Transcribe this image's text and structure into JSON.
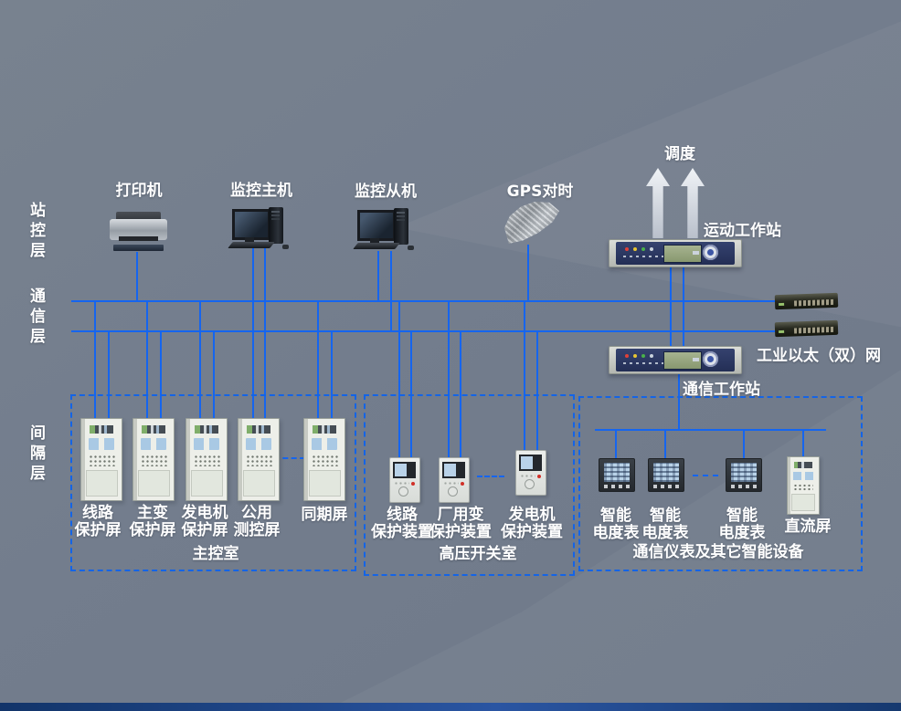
{
  "colors": {
    "background": "#747e8e",
    "bus_blue": "#1565ef",
    "dashed_blue": "#1464e6",
    "label_white": "#ffffff",
    "bottom_bar_blue": "#1a3a74"
  },
  "layer_labels": [
    {
      "label": "站控层"
    },
    {
      "label": "通信层"
    },
    {
      "label": "间隔层"
    }
  ],
  "station_layer": {
    "printer_label": "打印机",
    "scada_host_label": "监控主机",
    "scada_standby_label": "监控从机",
    "gps_label": "GPS对时",
    "dispatch_label": "调度",
    "telecontrol_label": "运动工作站",
    "comm_station_label": "通信工作站",
    "network_label": "工业以太（双）网"
  },
  "rooms": [
    {
      "caption": "主控室",
      "devices": [
        {
          "lines": [
            "线路",
            "保护屏"
          ]
        },
        {
          "lines": [
            "主变",
            "保护屏"
          ]
        },
        {
          "lines": [
            "发电机",
            "保护屏"
          ]
        },
        {
          "lines": [
            "公用",
            "测控屏"
          ]
        },
        {
          "lines": [
            "同期屏"
          ]
        }
      ]
    },
    {
      "caption": "高压开关室",
      "devices": [
        {
          "lines": [
            "线路",
            "保护装置"
          ]
        },
        {
          "lines": [
            "厂用变",
            "保护装置"
          ]
        },
        {
          "lines": [
            "发电机",
            "保护装置"
          ]
        }
      ]
    },
    {
      "caption": "通信仪表及其它智能设备",
      "devices": [
        {
          "lines": [
            "智能",
            "电度表"
          ]
        },
        {
          "lines": [
            "智能",
            "电度表"
          ]
        },
        {
          "lines": [
            "智能",
            "电度表"
          ]
        },
        {
          "lines": [
            "直流屏"
          ]
        }
      ]
    }
  ]
}
